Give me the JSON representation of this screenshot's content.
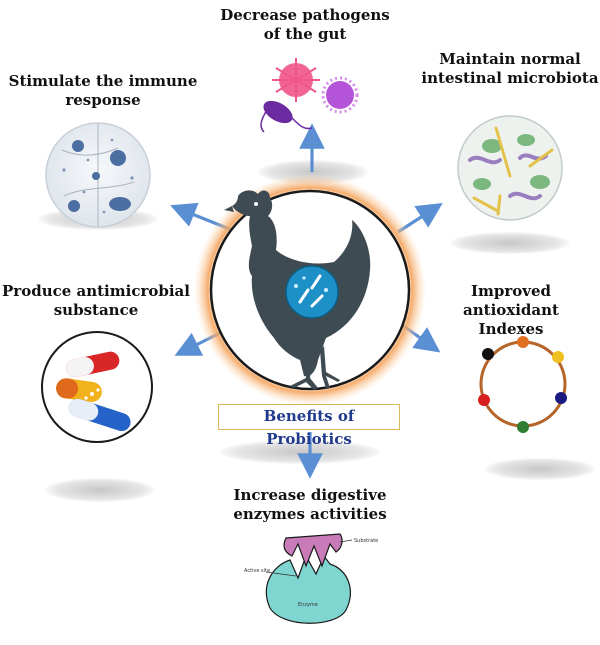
{
  "center": {
    "title": "Benefits of Probiotics"
  },
  "benefits": {
    "top": {
      "line1": "Decrease pathogens",
      "line2": "of the gut"
    },
    "top_left": {
      "line1": "Stimulate the immune",
      "line2": "response"
    },
    "top_right": {
      "line1": "Maintain normal",
      "line2": "intestinal microbiota"
    },
    "mid_left": {
      "line1": "Produce antimicrobial",
      "line2": "substance"
    },
    "mid_right": {
      "line1": "Improved antioxidant",
      "line2": "Indexes"
    },
    "bottom": {
      "line1": "Increase digestive",
      "line2": "enzymes activities"
    }
  },
  "enzyme_labels": {
    "substrate": "Substrate",
    "active_site": "Active site",
    "enzyme": "Enzyme"
  },
  "colors": {
    "arrow": "#5b8fd4",
    "hen": "#3f4b52",
    "center_glow": "#f4a25a",
    "probiotic_badge": "#1e90c8",
    "ring": "#b5652a",
    "ring_dots": [
      "#e07020",
      "#f0c020",
      "#1a1a80",
      "#2e7d32",
      "#d71f1f",
      "#111111"
    ]
  }
}
